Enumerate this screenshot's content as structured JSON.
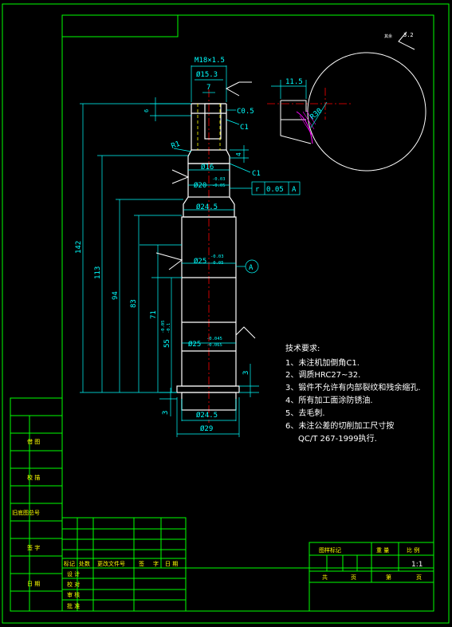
{
  "dimensions": {
    "thread": "M18×1.5",
    "d15_3": "Ø15.3",
    "w7": "7",
    "h6": "6",
    "chamfer_c05": "C0.5",
    "chamfer_c1_top": "C1",
    "radius_r1": "R1",
    "h4": "4",
    "d16": "Ø16",
    "chamfer_c1_mid": "C1",
    "d20": "Ø20",
    "d20_tol_upper": "-0.03",
    "d20_tol_lower": "-0.05",
    "d24_5_top": "Ø24.5",
    "d25_main": "Ø25",
    "d25_main_tol_upper": "-0.03",
    "d25_main_tol_lower": "-0.05",
    "d25_lower": "Ø25",
    "d25_lower_tol_upper": "-0.045",
    "d25_lower_tol_lower": "-0.065",
    "d24_5_bottom": "Ø24.5",
    "d29": "Ø29",
    "len142": "142",
    "len113": "113",
    "len94": "94",
    "len83": "83",
    "len71": "71",
    "len55": "55",
    "len55_tol_upper": "-0.05",
    "len55_tol_lower": "-0.1",
    "h3_right": "3",
    "h3_left": "3",
    "detail_11_5": "11.5",
    "detail_r30": "R30",
    "roughness_top": "3.2",
    "roughness_rest": "其余"
  },
  "tolerance": {
    "symbol": "r",
    "value": "0.05",
    "datum": "A"
  },
  "datum_label": "A",
  "notes": {
    "title": "技术要求:",
    "items": [
      "1、未注机加倒角C1.",
      "2、调质HRC27~32.",
      "3、锻件不允许有内部裂纹和残余缩孔.",
      "4、所有加工面涂防锈油.",
      "5、去毛刺.",
      "6、未注公差的切削加工尺寸按",
      "QC/T 267-1999执行."
    ]
  },
  "side_labels": {
    "used_on": "借 图",
    "copy": "校 描",
    "archive": "旧底图总号",
    "signature": "签 字",
    "date": "日 期"
  },
  "title_block": {
    "change_headers": [
      "标记",
      "处数",
      "更改文件号",
      "签",
      "字",
      "日 期"
    ],
    "roles": [
      "设 计",
      "校 对",
      "审 核",
      "批 准"
    ],
    "drawing_mark": "图样标记",
    "weight": "重 量",
    "scale_label": "比 例",
    "scale_value": "1:1",
    "total": "共",
    "sheet_unit": "页",
    "sheet": "第",
    "sheet_unit2": "页"
  },
  "colors": {
    "border": "#00ff00",
    "dimension": "#00ffff",
    "outline": "#ffffff",
    "centerline": "#ff0000",
    "text": "#ffff00",
    "leader": "#ff00ff"
  }
}
